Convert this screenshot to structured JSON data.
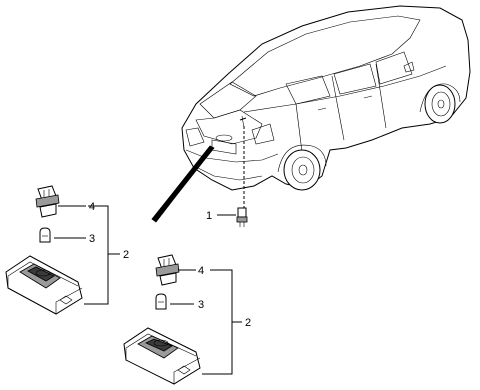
{
  "callouts": {
    "left_bulb_holder": "4",
    "left_bulb": "3",
    "left_assembly": "2",
    "right_bulb_holder": "4",
    "right_bulb": "3",
    "right_assembly": "2",
    "harness_connector": "1"
  }
}
